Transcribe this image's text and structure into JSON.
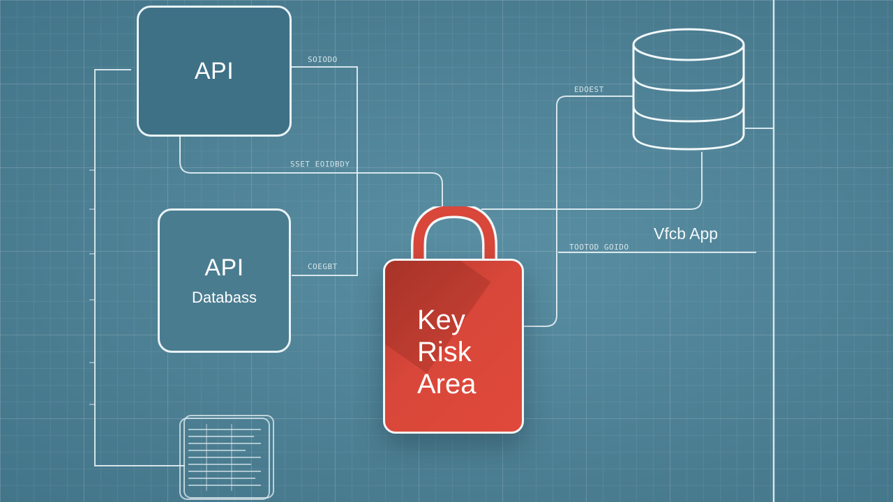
{
  "nodes": {
    "api_top": {
      "title": "API"
    },
    "api_database": {
      "title": "API",
      "subtitle": "Databass"
    },
    "web_app": {
      "label": "Vfcb App"
    },
    "key_risk": {
      "lines": [
        "Key",
        "Risk",
        "Area"
      ]
    }
  },
  "connector_labels": [
    "SOIODO",
    "SSET EOIDBDY",
    "COEGBT",
    "EDOEST",
    "TOOTOD GOIDO"
  ],
  "colors": {
    "background": "#4f8396",
    "outline": "#e9f3f7",
    "lock": "#d8473a"
  },
  "icons": [
    "database-icon",
    "lock-icon",
    "document-icon"
  ]
}
